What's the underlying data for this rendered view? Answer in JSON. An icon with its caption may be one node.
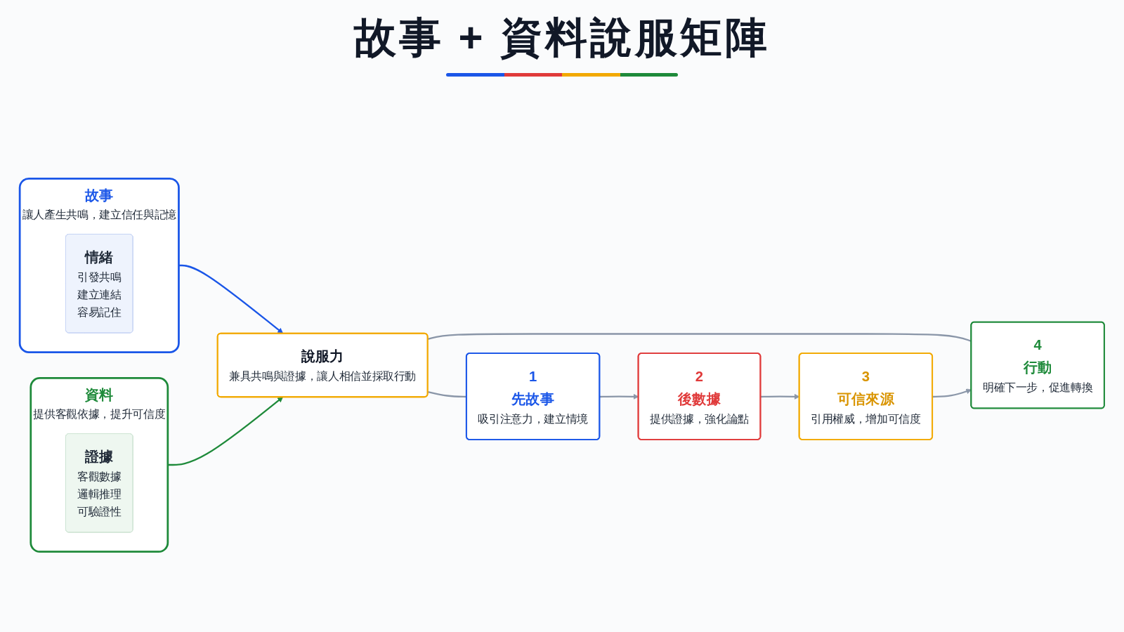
{
  "diagram": {
    "title": "故事 + 資料說服矩陣",
    "nodes": [
      {
        "text": [
          "故事",
          "讓人產生共鳴，建立信任與記憶"
        ]
      },
      {
        "text": [
          "情緒",
          "引發共鳴",
          "建立連結",
          "容易記住"
        ],
        "in": 0
      },
      {
        "text": [
          "說服力",
          "兼具共鳴與證據，讓人相信並採取行動"
        ]
      },
      {
        "text": [
          "資料",
          "提供客觀依據，提升可信度"
        ]
      },
      {
        "text": [
          "證據",
          "客觀數據",
          "邏輯推理",
          "可驗證性"
        ],
        "in": 3
      },
      {
        "text": [
          "1",
          "先故事",
          "吸引注意力，建立情境"
        ]
      },
      {
        "text": [
          "2",
          "後數據",
          "提供證據，強化論點"
        ]
      },
      {
        "text": [
          "3",
          "可信來源",
          "引用權威，增加可信度"
        ]
      },
      {
        "text": [
          "4",
          "行動",
          "明確下一步，促進轉換"
        ]
      }
    ],
    "edges": [
      {
        "from": 0,
        "to": 2,
        "arrow": "to",
        "color": "#1a56e8"
      },
      {
        "from": 3,
        "to": 2,
        "arrow": "to",
        "color": "#1e8a3a"
      },
      {
        "from": 2,
        "to": 5,
        "arrow": "none"
      },
      {
        "from": 2,
        "to": 8,
        "arrow": "none"
      },
      {
        "from": 5,
        "to": 6,
        "arrow": "to"
      },
      {
        "from": 6,
        "to": 7,
        "arrow": "to"
      },
      {
        "from": 7,
        "to": 8,
        "arrow": "to"
      }
    ]
  }
}
